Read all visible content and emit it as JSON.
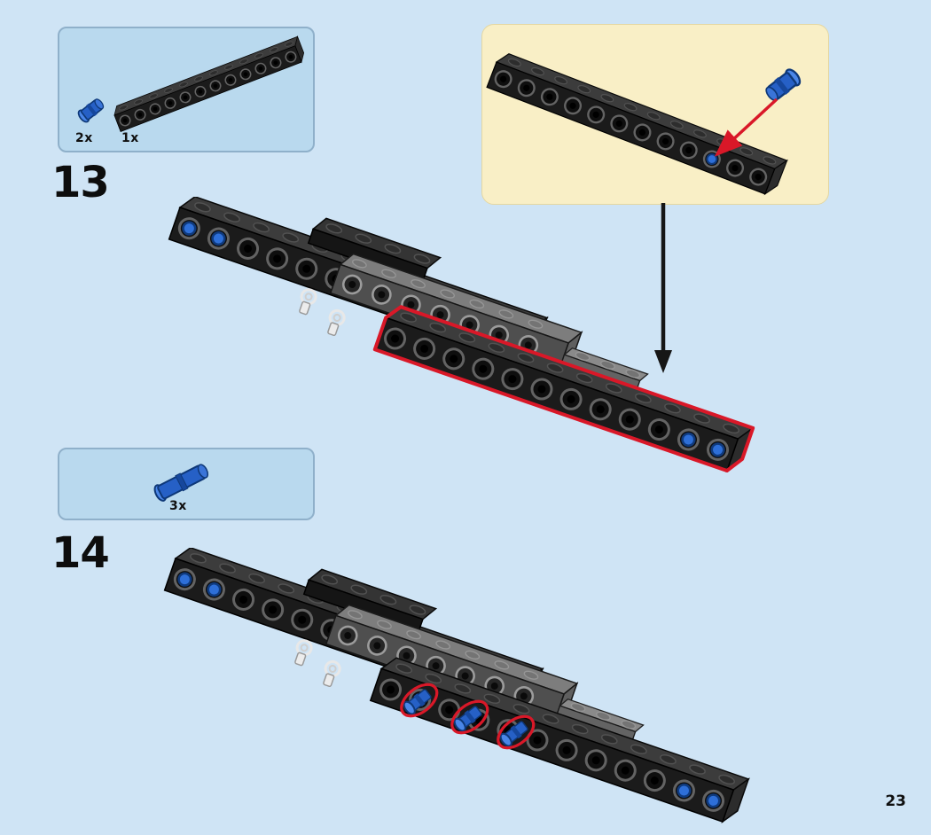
{
  "page_number": "23",
  "steps": [
    {
      "number": "13",
      "parts": [
        {
          "name": "technic-pin-blue",
          "count": "2x"
        },
        {
          "name": "technic-brick-1x12-black",
          "count": "1x"
        }
      ],
      "callout": {
        "shows": "blue-pin-inserted-into-technic-brick-hole"
      }
    },
    {
      "number": "14",
      "parts": [
        {
          "name": "technic-long-pin-blue",
          "count": "3x"
        }
      ]
    }
  ],
  "colors": {
    "page_background": "#cfe4f5",
    "parts_box_background": "#b9d9ee",
    "callout_background": "#f9efc6",
    "highlight_red": "#d91828",
    "pin_blue": "#2660c6",
    "brick_black": "#1b1b1b",
    "brick_gray": "#4f4f4f"
  }
}
